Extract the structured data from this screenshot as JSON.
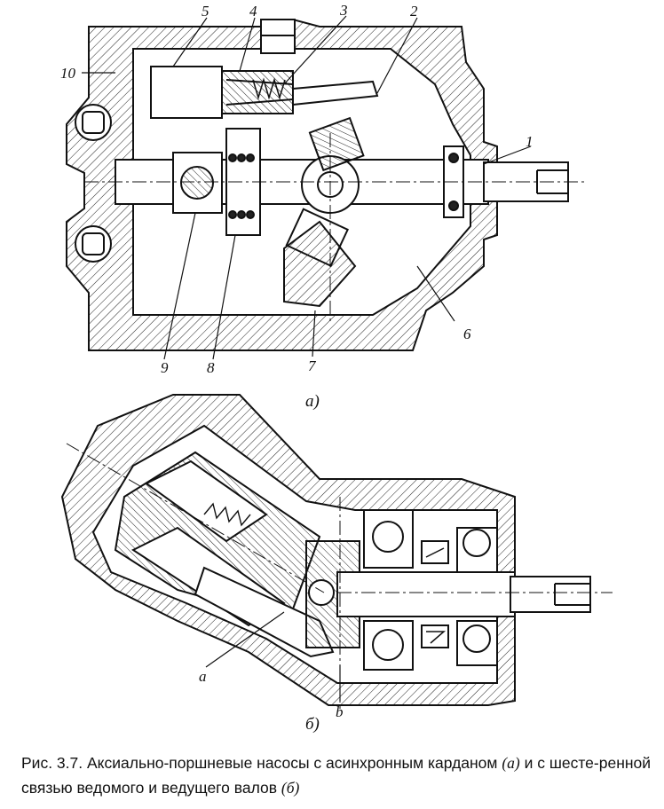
{
  "figure_a": {
    "labels": [
      "1",
      "2",
      "3",
      "4",
      "5",
      "6",
      "7",
      "8",
      "9",
      "10"
    ],
    "sublabel": "а)"
  },
  "figure_b": {
    "labels": [
      "а",
      "b"
    ],
    "sublabel": "б)"
  },
  "caption": {
    "part1": "Рис. 3.7. Аксиально-поршневые насосы с асинхронным карданом ",
    "tag_a": "(а)",
    "part2": " и с шесте-ренной связью ведомого и ведущего валов ",
    "tag_b": "(б)"
  }
}
